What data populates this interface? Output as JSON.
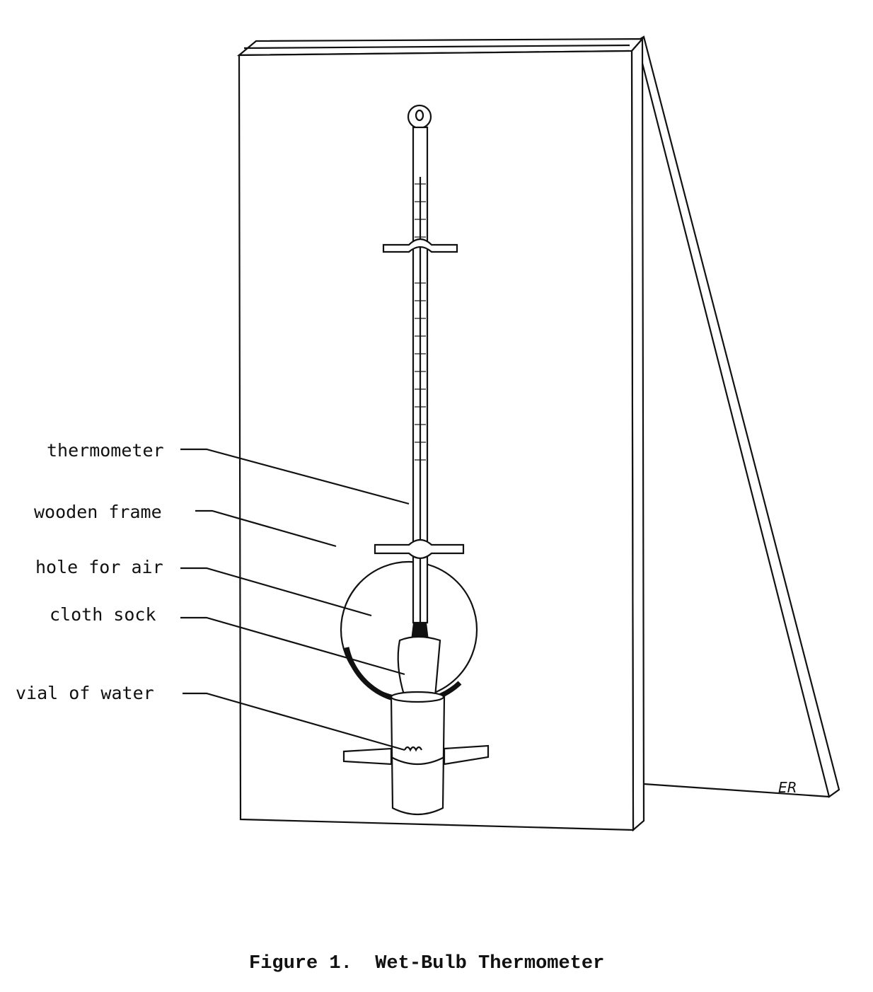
{
  "figure": {
    "caption": "Figure 1.  Wet-Bulb Thermometer",
    "signature": "ER",
    "labels": {
      "thermometer": "thermometer",
      "wooden_frame": "wooden frame",
      "hole_for_air": "hole for air",
      "cloth_sock": "cloth sock",
      "vial_of_water": "vial of water"
    }
  }
}
